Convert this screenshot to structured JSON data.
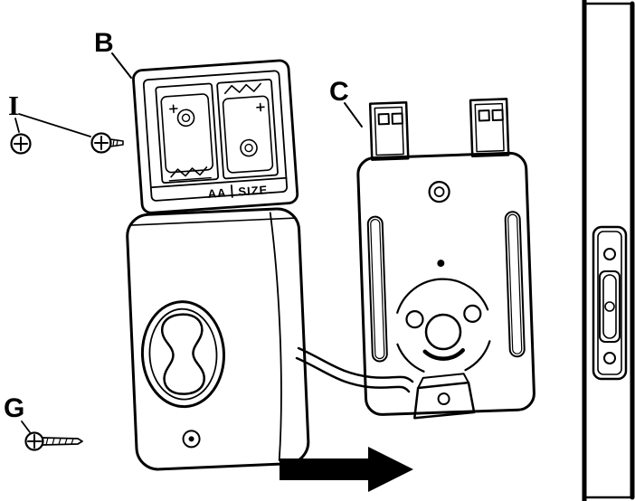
{
  "diagram": {
    "colors": {
      "line": "#000000",
      "background": "#ffffff"
    },
    "part_labels": {
      "interior_assembly": "B",
      "mounting_plate": "C",
      "screws_pair": "I",
      "screw_single": "G"
    },
    "battery_marking": {
      "left": "AA",
      "right": "SIZE"
    }
  }
}
